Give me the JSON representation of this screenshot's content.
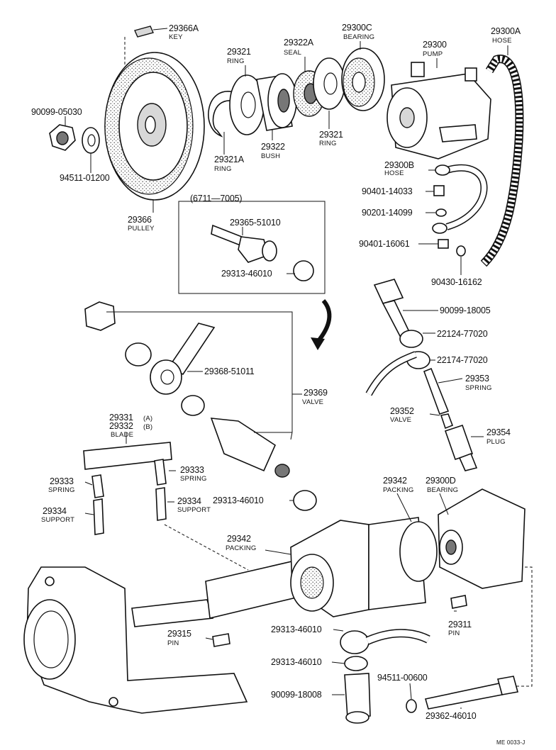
{
  "diagram": {
    "range_label": "(6711—7005)",
    "footer_code": "ME 0033-J",
    "callouts": [
      {
        "id": "key",
        "part": "29366A",
        "name": "KEY"
      },
      {
        "id": "ring1",
        "part": "29321",
        "name": "RING"
      },
      {
        "id": "seal",
        "part": "29322A",
        "name": "SEAL"
      },
      {
        "id": "bearing-c",
        "part": "29300C",
        "name": "BEARING"
      },
      {
        "id": "pump",
        "part": "29300",
        "name": "PUMP"
      },
      {
        "id": "hose-a",
        "part": "29300A",
        "name": "HOSE"
      },
      {
        "id": "nut",
        "part": "90099-05030",
        "name": ""
      },
      {
        "id": "washer",
        "part": "94511-01200",
        "name": ""
      },
      {
        "id": "ring-a",
        "part": "29321A",
        "name": "RING"
      },
      {
        "id": "bush",
        "part": "29322",
        "name": "BUSH"
      },
      {
        "id": "ring2",
        "part": "29321",
        "name": "RING"
      },
      {
        "id": "hose-b",
        "part": "29300B",
        "name": "HOSE"
      },
      {
        "id": "bolt1",
        "part": "90401-14033",
        "name": ""
      },
      {
        "id": "washer2",
        "part": "90201-14099",
        "name": ""
      },
      {
        "id": "pulley",
        "part": "29366",
        "name": "PULLEY"
      },
      {
        "id": "union",
        "part": "29365-51010",
        "name": ""
      },
      {
        "id": "gasket1",
        "part": "29313-46010",
        "name": ""
      },
      {
        "id": "bolt2",
        "part": "90401-16061",
        "name": ""
      },
      {
        "id": "washer3",
        "part": "90430-16162",
        "name": ""
      },
      {
        "id": "union-bolt",
        "part": "90099-18005",
        "name": ""
      },
      {
        "id": "gasket-a",
        "part": "22124-77020",
        "name": ""
      },
      {
        "id": "gasket-b",
        "part": "22174-77020",
        "name": ""
      },
      {
        "id": "union2",
        "part": "29368-51011",
        "name": ""
      },
      {
        "id": "valve",
        "part": "29369",
        "name": "VALVE"
      },
      {
        "id": "spring1",
        "part": "29353",
        "name": "SPRING"
      },
      {
        "id": "valve2",
        "part": "29352",
        "name": "VALVE"
      },
      {
        "id": "plug",
        "part": "29354",
        "name": "PLUG"
      },
      {
        "id": "blade",
        "part": "29331",
        "part2": "29332",
        "variant": "(A)",
        "variant2": "(B)",
        "name": "BLADE"
      },
      {
        "id": "spring-l",
        "part": "29333",
        "name": "SPRING"
      },
      {
        "id": "spring-r",
        "part": "29333",
        "name": "SPRING"
      },
      {
        "id": "support-l",
        "part": "29334",
        "name": "SUPPORT"
      },
      {
        "id": "support-r",
        "part": "29334",
        "name": "SUPPORT"
      },
      {
        "id": "gasket2",
        "part": "29313-46010",
        "name": ""
      },
      {
        "id": "packing2",
        "part": "29342",
        "name": "PACKING"
      },
      {
        "id": "bearing-d",
        "part": "29300D",
        "name": "BEARING"
      },
      {
        "id": "packing1",
        "part": "29342",
        "name": "PACKING"
      },
      {
        "id": "pin2",
        "part": "29311",
        "name": "PIN"
      },
      {
        "id": "pin1",
        "part": "29315",
        "name": "PIN"
      },
      {
        "id": "gasket3",
        "part": "29313-46010",
        "name": ""
      },
      {
        "id": "gasket4",
        "part": "29313-46010",
        "name": ""
      },
      {
        "id": "washer4",
        "part": "94511-00600",
        "name": ""
      },
      {
        "id": "union-bolt2",
        "part": "90099-18008",
        "name": ""
      },
      {
        "id": "long-bolt",
        "part": "29362-46010",
        "name": ""
      }
    ]
  }
}
